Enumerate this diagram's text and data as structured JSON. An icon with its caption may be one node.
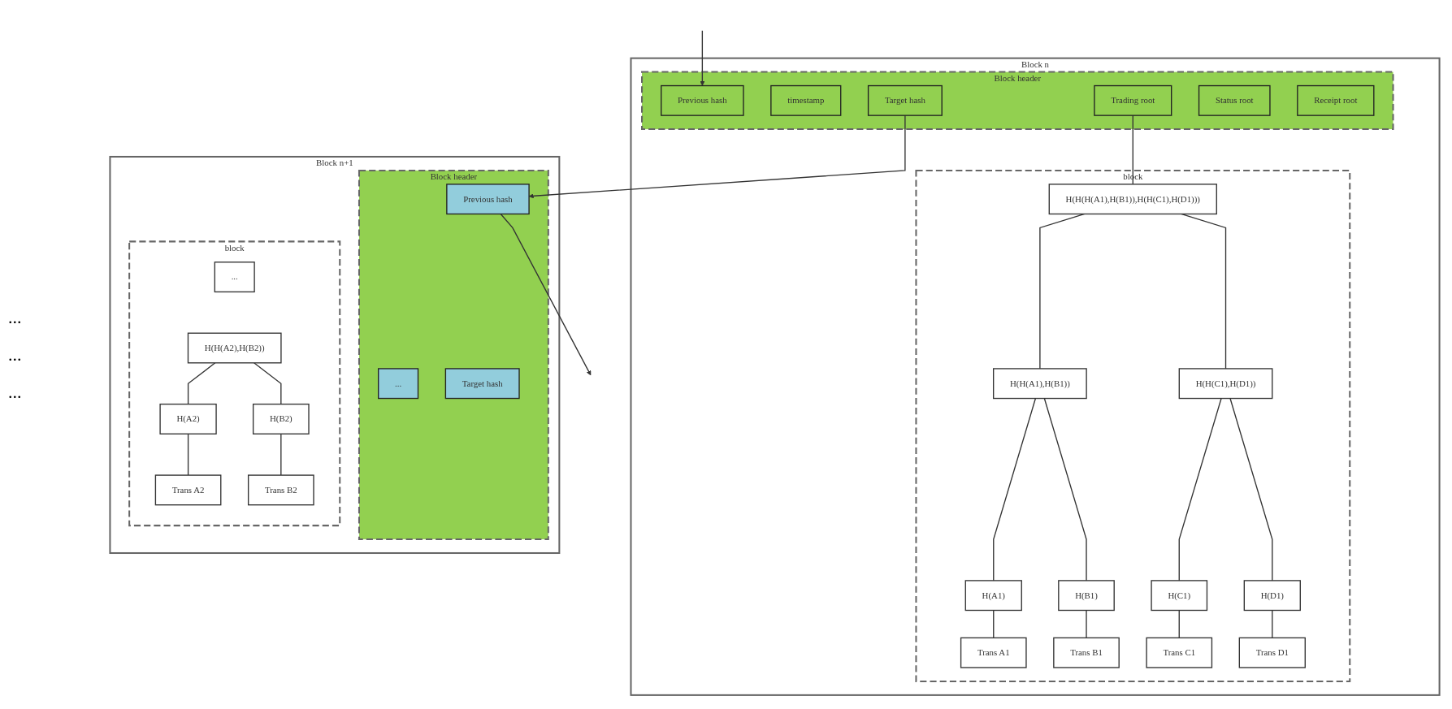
{
  "diagram": {
    "nodes": [
      {
        "text": [
          "Block n"
        ]
      },
      {
        "text": [
          "Block header"
        ],
        "in": 0
      },
      {
        "text": [
          "Previous hash"
        ],
        "in": 1
      },
      {
        "text": [
          "timestamp"
        ],
        "in": 1
      },
      {
        "text": [
          "Target hash"
        ],
        "in": 1
      },
      {
        "text": [
          "Trading root"
        ],
        "in": 1
      },
      {
        "text": [
          "Status root"
        ],
        "in": 1
      },
      {
        "text": [
          "Receipt root"
        ],
        "in": 1
      },
      {
        "text": [
          "block"
        ],
        "in": 0
      },
      {
        "text": [
          "H(H(H(A1),H(B1)),H(H(C1),H(D1)))"
        ],
        "in": 8
      },
      {
        "text": [
          "H(H(A1),H(B1))"
        ],
        "in": 8
      },
      {
        "text": [
          "H(H(C1),H(D1))"
        ],
        "in": 8
      },
      {
        "text": [
          "H(A1)"
        ],
        "in": 8
      },
      {
        "text": [
          "H(B1)"
        ],
        "in": 8
      },
      {
        "text": [
          "H(C1)"
        ],
        "in": 8
      },
      {
        "text": [
          "H(D1)"
        ],
        "in": 8
      },
      {
        "text": [
          "Trans A1"
        ],
        "in": 8
      },
      {
        "text": [
          "Trans B1"
        ],
        "in": 8
      },
      {
        "text": [
          "Trans C1"
        ],
        "in": 8
      },
      {
        "text": [
          "Trans D1"
        ],
        "in": 8
      },
      {
        "text": [
          "Block n+1"
        ]
      },
      {
        "text": [
          "Block header"
        ],
        "in": 20
      },
      {
        "text": [
          "Previous hash"
        ],
        "in": 21
      },
      {
        "text": [
          "..."
        ],
        "in": 21
      },
      {
        "text": [
          "Target hash"
        ],
        "in": 21
      },
      {
        "text": [
          "block"
        ],
        "in": 20
      },
      {
        "text": [
          "..."
        ],
        "in": 25
      },
      {
        "text": [
          "H(H(A2),H(B2))"
        ],
        "in": 25
      },
      {
        "text": [
          "H(A2)"
        ],
        "in": 25
      },
      {
        "text": [
          "H(B2)"
        ],
        "in": 25
      },
      {
        "text": [
          "Trans A2"
        ],
        "in": 25
      },
      {
        "text": [
          "Trans B2"
        ],
        "in": 25
      }
    ],
    "edges": [
      {
        "from": null,
        "to": 2,
        "arrow": "to"
      },
      {
        "from": 4,
        "to": 22,
        "arrow": "to"
      },
      {
        "from": 22,
        "to": null,
        "arrow": "to"
      },
      {
        "from": 5,
        "to": 9,
        "arrow": "none"
      },
      {
        "from": 9,
        "to": 10,
        "arrow": "none"
      },
      {
        "from": 9,
        "to": 11,
        "arrow": "none"
      },
      {
        "from": 10,
        "to": 12,
        "arrow": "none"
      },
      {
        "from": 10,
        "to": 13,
        "arrow": "none"
      },
      {
        "from": 11,
        "to": 14,
        "arrow": "none"
      },
      {
        "from": 11,
        "to": 15,
        "arrow": "none"
      },
      {
        "from": 12,
        "to": 16,
        "arrow": "none"
      },
      {
        "from": 13,
        "to": 17,
        "arrow": "none"
      },
      {
        "from": 14,
        "to": 18,
        "arrow": "none"
      },
      {
        "from": 15,
        "to": 19,
        "arrow": "none"
      },
      {
        "from": 27,
        "to": 28,
        "arrow": "none"
      },
      {
        "from": 27,
        "to": 29,
        "arrow": "none"
      },
      {
        "from": 28,
        "to": 30,
        "arrow": "none"
      },
      {
        "from": 29,
        "to": 31,
        "arrow": "none"
      }
    ],
    "labels": [
      "...",
      "...",
      "..."
    ]
  }
}
